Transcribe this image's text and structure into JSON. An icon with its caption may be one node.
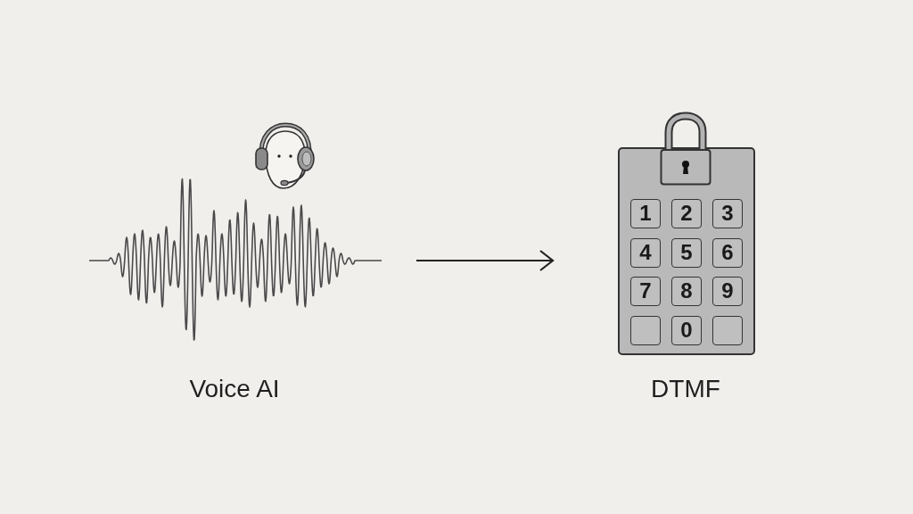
{
  "diagram": {
    "nodes": [
      {
        "text": [
          "Voice AI"
        ]
      },
      {
        "text": [
          "DTMF"
        ]
      },
      {
        "text": [
          "1"
        ],
        "in": 1
      },
      {
        "text": [
          "2"
        ],
        "in": 1
      },
      {
        "text": [
          "3"
        ],
        "in": 1
      },
      {
        "text": [
          "4"
        ],
        "in": 1
      },
      {
        "text": [
          "5"
        ],
        "in": 1
      },
      {
        "text": [
          "6"
        ],
        "in": 1
      },
      {
        "text": [
          "7"
        ],
        "in": 1
      },
      {
        "text": [
          "8"
        ],
        "in": 1
      },
      {
        "text": [
          "9"
        ],
        "in": 1
      },
      {
        "text": [],
        "shape": "box",
        "in": 1
      },
      {
        "text": [
          "0"
        ],
        "in": 1
      },
      {
        "text": [],
        "shape": "box",
        "in": 1
      }
    ],
    "edges": [
      {
        "from": 0,
        "to": 1,
        "arrow": "to"
      }
    ]
  }
}
